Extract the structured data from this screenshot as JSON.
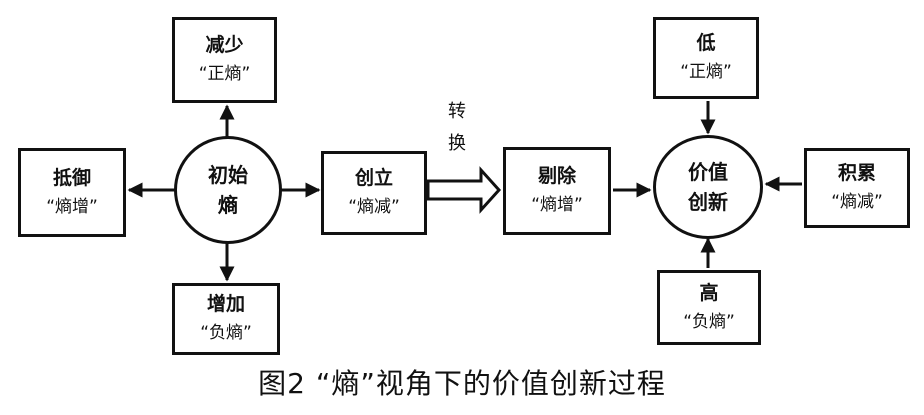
{
  "diagram": {
    "initial": {
      "line1": "初始",
      "line2": "熵"
    },
    "reduce": {
      "title": "减少",
      "sub": "“正熵”"
    },
    "resist": {
      "title": "抵御",
      "sub": "“熵增”"
    },
    "increase": {
      "title": "增加",
      "sub": "“负熵”"
    },
    "create": {
      "title": "创立",
      "sub": "“熵减”"
    },
    "convert": {
      "line1": "转",
      "line2": "换"
    },
    "remove": {
      "title": "剔除",
      "sub": "“熵增”"
    },
    "value": {
      "line1": "价值",
      "line2": "创新"
    },
    "low": {
      "title": "低",
      "sub": "“正熵”"
    },
    "accumulate": {
      "title": "积累",
      "sub": "“熵减”"
    },
    "high": {
      "title": "高",
      "sub": "“负熵”"
    },
    "caption": "图2 “熵”视角下的价值创新过程"
  }
}
